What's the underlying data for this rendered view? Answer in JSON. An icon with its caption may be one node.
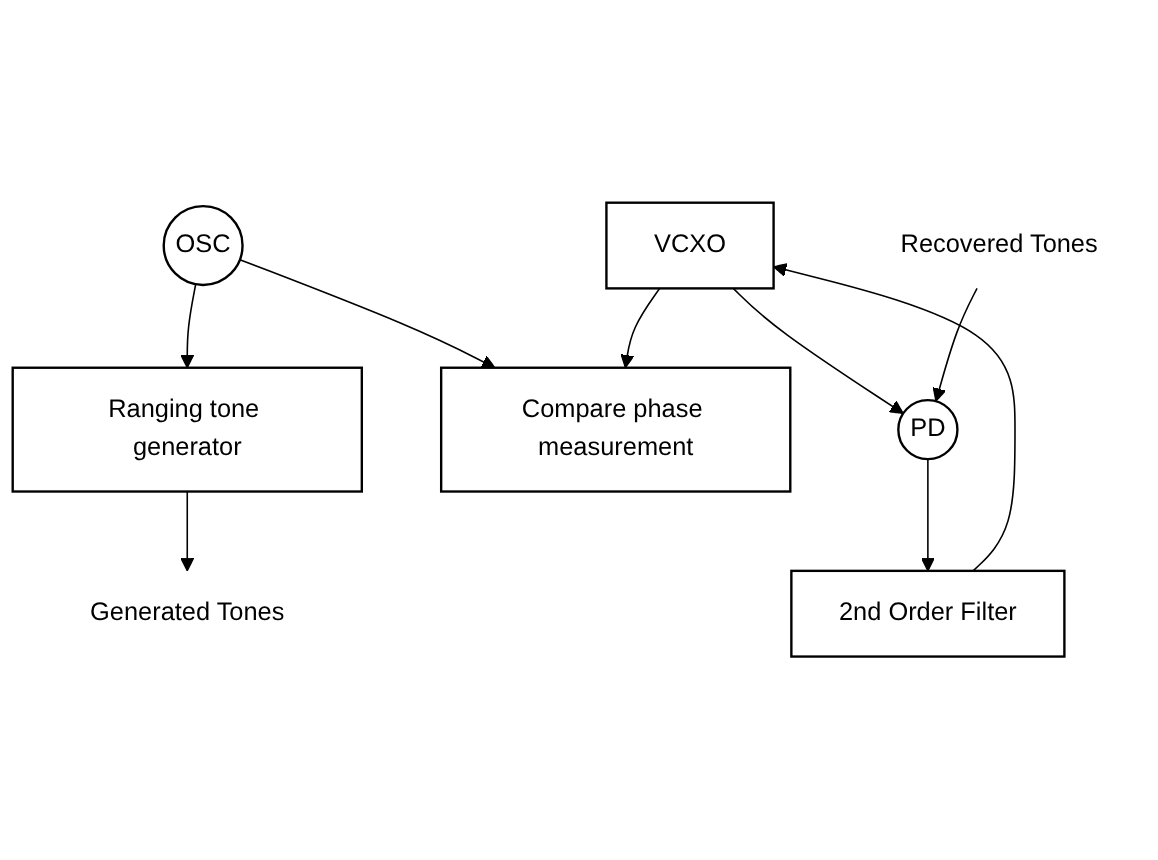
{
  "diagram": {
    "nodes": [
      {
        "text": [
          "Generated Tones"
        ]
      },
      {
        "text": [
          "Ranging tone generator"
        ]
      },
      {
        "text": [
          "OSC"
        ]
      },
      {
        "text": [
          "Compare phase measurement"
        ]
      },
      {
        "text": [
          "VCXO"
        ]
      },
      {
        "text": [
          "2nd Order Filter"
        ]
      },
      {
        "text": [
          "Recovered Tones"
        ]
      },
      {
        "text": [
          "PD"
        ]
      }
    ],
    "edges": [
      {
        "from": 1,
        "to": 0,
        "arrow": "to"
      },
      {
        "from": 2,
        "to": 1,
        "arrow": "to"
      },
      {
        "from": 2,
        "to": 3,
        "arrow": "to"
      },
      {
        "from": 4,
        "to": 3,
        "arrow": "to"
      },
      {
        "from": 5,
        "to": 4,
        "arrow": "to"
      },
      {
        "from": 4,
        "to": 7,
        "arrow": "to"
      },
      {
        "from": 6,
        "to": 7,
        "arrow": "to"
      },
      {
        "from": 7,
        "to": 5,
        "arrow": "to"
      }
    ]
  }
}
